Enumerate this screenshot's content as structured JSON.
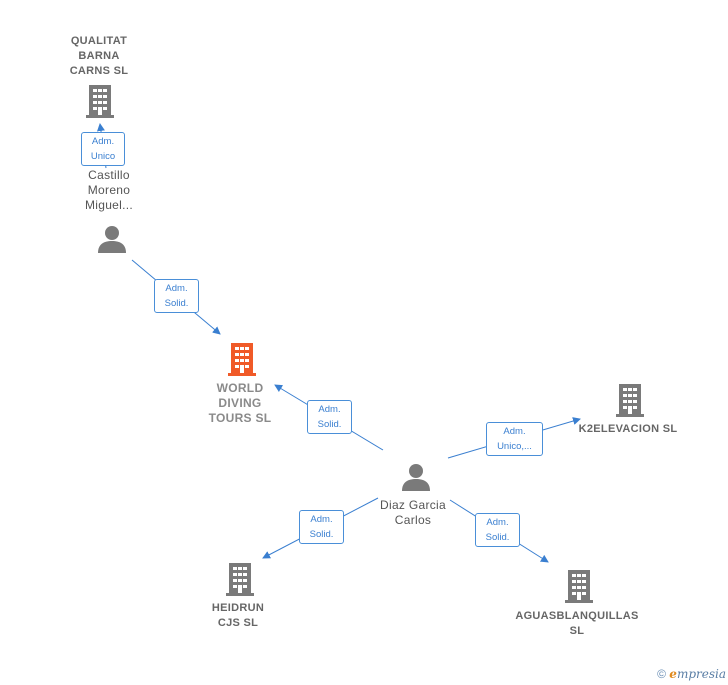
{
  "nodes": {
    "qualitat": {
      "label": "QUALITAT\nBARNA\nCARNS SL",
      "type": "company",
      "icon": "building-icon"
    },
    "castillo": {
      "label": "Castillo\nMoreno\nMiguel...",
      "type": "person",
      "icon": "person-icon"
    },
    "world_diving": {
      "label": "WORLD\nDIVING\nTOURS  SL",
      "type": "company",
      "icon": "building-icon",
      "color": "#f05a28"
    },
    "diaz": {
      "label": "Diaz Garcia\nCarlos",
      "type": "person",
      "icon": "person-icon"
    },
    "k2elevacion": {
      "label": "K2ELEVACION SL",
      "type": "company",
      "icon": "building-icon"
    },
    "heidrun": {
      "label": "HEIDRUN\nCJS  SL",
      "type": "company",
      "icon": "building-icon"
    },
    "aguasblanquillas": {
      "label": "AGUASBLANQUILLAS\nSL",
      "type": "company",
      "icon": "building-icon"
    }
  },
  "relations": {
    "castillo_qualitat": "Adm.\nUnico",
    "castillo_world": "Adm.\nSolid.",
    "diaz_world": "Adm.\nSolid.",
    "diaz_k2": "Adm.\nUnico,...",
    "diaz_heidrun": "Adm.\nSolid.",
    "diaz_aguas": "Adm.\nSolid."
  },
  "colors": {
    "icon_gray": "#7a7a7a",
    "icon_highlight": "#f05a28",
    "edge_blue": "#3a7fd0"
  },
  "footer": {
    "copyright": "©",
    "brand_first": "e",
    "brand_rest": "mpresia"
  }
}
